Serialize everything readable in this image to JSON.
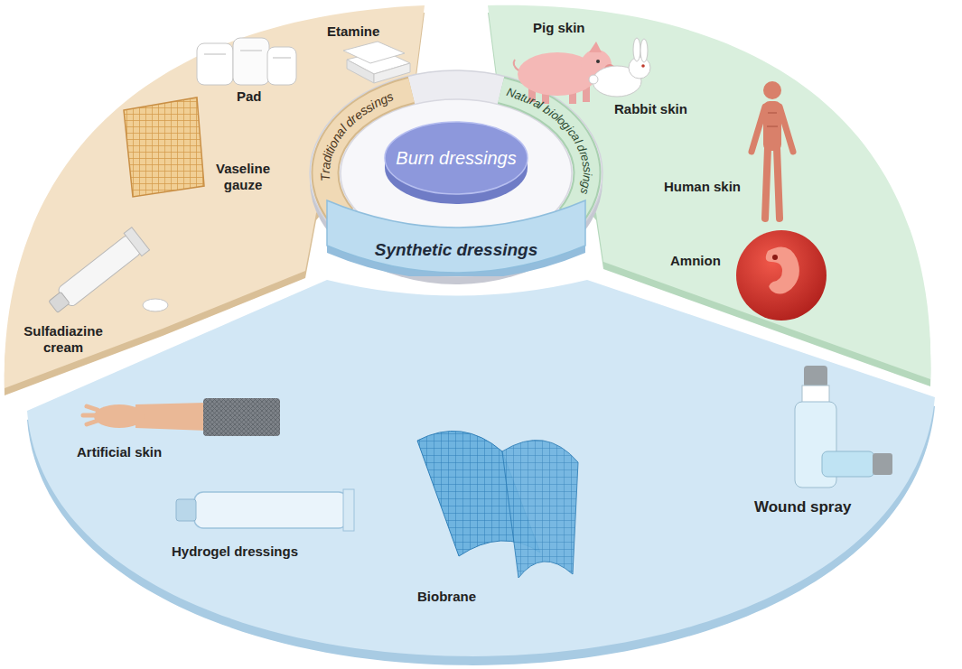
{
  "diagram": {
    "nodes": [
      {
        "text": [
          "Burn dressings"
        ]
      },
      {
        "text": [
          "Traditional dressings"
        ]
      },
      {
        "text": [
          "Natural biological dressings"
        ]
      },
      {
        "text": [
          "Synthetic dressings"
        ]
      }
    ],
    "labels": [
      "Etamine",
      "Pad",
      "Vaseline gauze",
      "Sulfadiazine cream",
      "Pig skin",
      "Rabbit skin",
      "Human skin",
      "Amnion",
      "Artificial skin",
      "Hydrogel dressings",
      "Biobrane",
      "Wound spray"
    ]
  }
}
